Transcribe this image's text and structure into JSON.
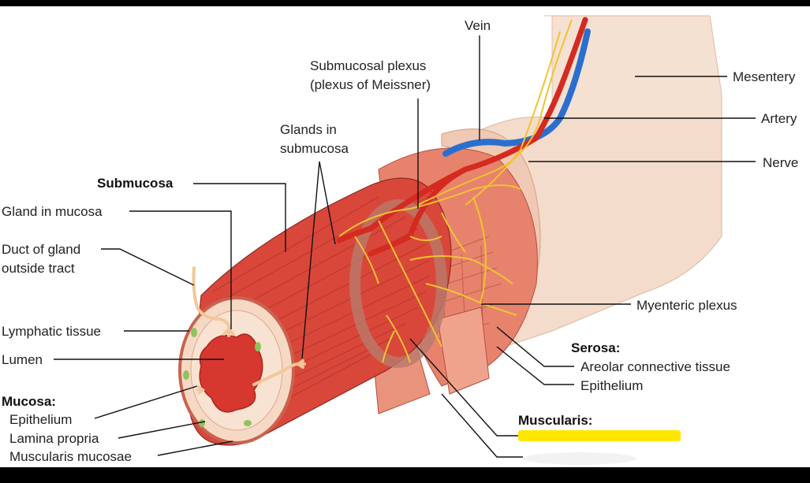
{
  "labels": {
    "vein": "Vein",
    "submucosal_plexus_1": "Submucosal plexus",
    "submucosal_plexus_2": "(plexus of Meissner)",
    "mesentery": "Mesentery",
    "artery": "Artery",
    "nerve": "Nerve",
    "glands_submucosa_1": "Glands in",
    "glands_submucosa_2": "submucosa",
    "submucosa": "Submucosa",
    "gland_in_mucosa": "Gland in mucosa",
    "duct_of_gland_1": "Duct of gland",
    "duct_of_gland_2": "outside tract",
    "myenteric_plexus": "Myenteric plexus",
    "lymphatic_tissue": "Lymphatic tissue",
    "lumen": "Lumen",
    "serosa": "Serosa:",
    "areolar": "Areolar connective tissue",
    "epithelium_serosa": "Epithelium",
    "mucosa": "Mucosa:",
    "epithelium_mucosa": "Epithelium",
    "lamina_propria": "Lamina propria",
    "muscularis_mucosae": "Muscularis mucosae",
    "muscularis": "Muscularis:"
  },
  "colors": {
    "background": "#000000",
    "canvas": "#ffffff",
    "muscle": "#d9473a",
    "muscle_dark": "#a8322a",
    "mucosa": "#f6d9c4",
    "lumen": "#d6372f",
    "serosa": "#f3dccb",
    "artery": "#d42a20",
    "vein": "#2a6fd0",
    "nerve": "#f2c232",
    "highlight": "#ffe600"
  }
}
